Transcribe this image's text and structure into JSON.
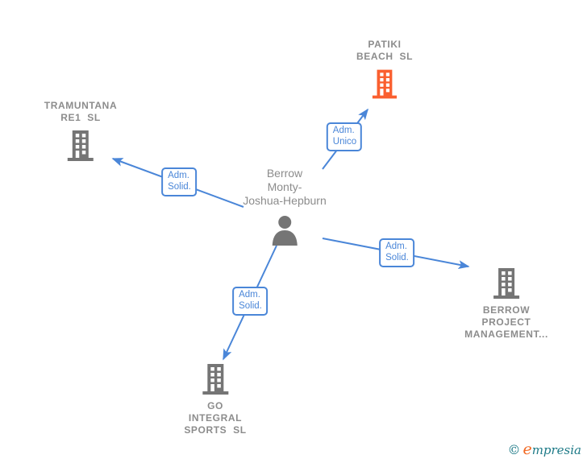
{
  "colors": {
    "accent_blue": "#4a86d8",
    "icon_gray": "#757575",
    "icon_orange": "#fa5f2f",
    "text_gray": "#8c8c8c",
    "brand_teal": "#1d7a87",
    "brand_orange": "#f26822"
  },
  "person": {
    "name_line1": "Berrow",
    "name_line2": "Monty-",
    "name_line3": "Joshua-Hepburn"
  },
  "companies": {
    "patiki": {
      "line1": "PATIKI",
      "line2": "BEACH  SL"
    },
    "tramuntana": {
      "line1": "TRAMUNTANA",
      "line2": "RE1  SL"
    },
    "berrow_project": {
      "line1": "BERROW",
      "line2": "PROJECT",
      "line3": "MANAGEMENT..."
    },
    "go_integral": {
      "line1": "GO",
      "line2": "INTEGRAL",
      "line3": "SPORTS  SL"
    }
  },
  "edges": {
    "to_patiki": {
      "line1": "Adm.",
      "line2": "Unico"
    },
    "to_tramuntana": {
      "line1": "Adm.",
      "line2": "Solid."
    },
    "to_berrow_project": {
      "line1": "Adm.",
      "line2": "Solid."
    },
    "to_go_integral": {
      "line1": "Adm.",
      "line2": "Solid."
    }
  },
  "footer": {
    "copyright": "©",
    "brand_first_letter": "e",
    "brand_rest": "mpresia"
  }
}
